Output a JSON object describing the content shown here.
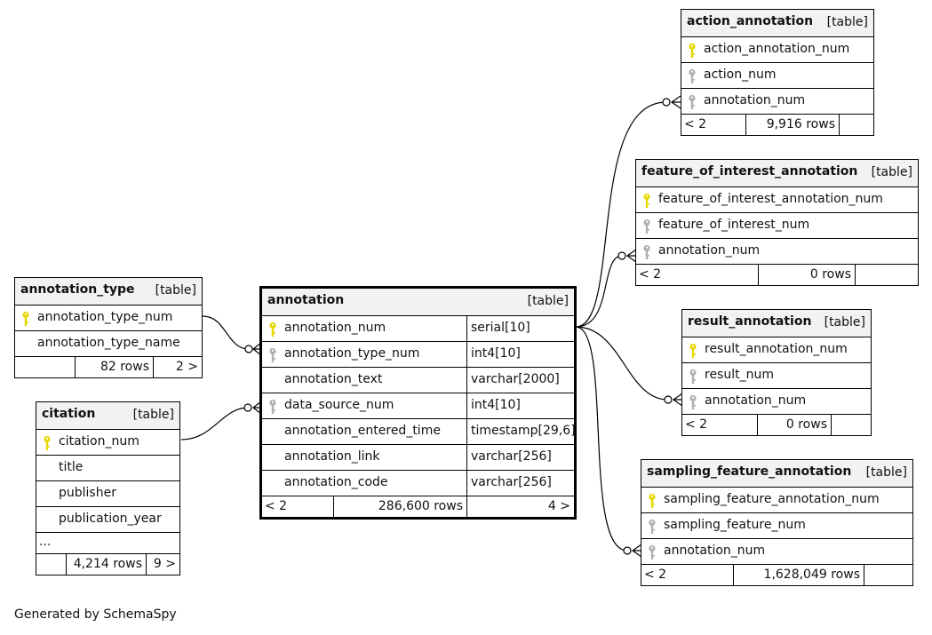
{
  "tables": {
    "action_annotation": {
      "name": "action_annotation",
      "type": "[table]",
      "columns": [
        {
          "name": "action_annotation_num",
          "key": "primary"
        },
        {
          "name": "action_num",
          "key": "foreign"
        },
        {
          "name": "annotation_num",
          "key": "foreign"
        }
      ],
      "footer": {
        "left": "< 2",
        "rows": "9,916 rows",
        "right": ""
      }
    },
    "feature_of_interest_annotation": {
      "name": "feature_of_interest_annotation",
      "type": "[table]",
      "columns": [
        {
          "name": "feature_of_interest_annotation_num",
          "key": "primary"
        },
        {
          "name": "feature_of_interest_num",
          "key": "foreign"
        },
        {
          "name": "annotation_num",
          "key": "foreign"
        }
      ],
      "footer": {
        "left": "< 2",
        "rows": "0 rows",
        "right": ""
      }
    },
    "result_annotation": {
      "name": "result_annotation",
      "type": "[table]",
      "columns": [
        {
          "name": "result_annotation_num",
          "key": "primary"
        },
        {
          "name": "result_num",
          "key": "foreign"
        },
        {
          "name": "annotation_num",
          "key": "foreign"
        }
      ],
      "footer": {
        "left": "< 2",
        "rows": "0 rows",
        "right": ""
      }
    },
    "sampling_feature_annotation": {
      "name": "sampling_feature_annotation",
      "type": "[table]",
      "columns": [
        {
          "name": "sampling_feature_annotation_num",
          "key": "primary"
        },
        {
          "name": "sampling_feature_num",
          "key": "foreign"
        },
        {
          "name": "annotation_num",
          "key": "foreign"
        }
      ],
      "footer": {
        "left": "< 2",
        "rows": "1,628,049 rows",
        "right": ""
      }
    },
    "annotation_type": {
      "name": "annotation_type",
      "type": "[table]",
      "columns": [
        {
          "name": "annotation_type_num",
          "key": "primary"
        },
        {
          "name": "annotation_type_name",
          "key": "none"
        }
      ],
      "footer": {
        "left": "",
        "rows": "82 rows",
        "right": "2 >"
      }
    },
    "citation": {
      "name": "citation",
      "type": "[table]",
      "columns": [
        {
          "name": "citation_num",
          "key": "primary"
        },
        {
          "name": "title",
          "key": "none"
        },
        {
          "name": "publisher",
          "key": "none"
        },
        {
          "name": "publication_year",
          "key": "none"
        },
        {
          "name": "...",
          "key": "ellipsis"
        }
      ],
      "footer": {
        "left": "",
        "rows": "4,214 rows",
        "right": "9 >"
      }
    },
    "annotation": {
      "name": "annotation",
      "type": "[table]",
      "columns": [
        {
          "name": "annotation_num",
          "key": "primary",
          "dtype": "serial[10]"
        },
        {
          "name": "annotation_type_num",
          "key": "foreign",
          "dtype": "int4[10]"
        },
        {
          "name": "annotation_text",
          "key": "none",
          "dtype": "varchar[2000]"
        },
        {
          "name": "data_source_num",
          "key": "foreign",
          "dtype": "int4[10]"
        },
        {
          "name": "annotation_entered_time",
          "key": "none",
          "dtype": "timestamp[29,6]"
        },
        {
          "name": "annotation_link",
          "key": "none",
          "dtype": "varchar[256]"
        },
        {
          "name": "annotation_code",
          "key": "none",
          "dtype": "varchar[256]"
        }
      ],
      "footer": {
        "left": "< 2",
        "rows": "286,600 rows",
        "right": "4 >"
      }
    }
  },
  "generated_by": "Generated by SchemaSpy",
  "colors": {
    "primary_key": "#e6d800",
    "foreign_key": "#b0b0b0",
    "header_bg": "#f2f2f2"
  }
}
